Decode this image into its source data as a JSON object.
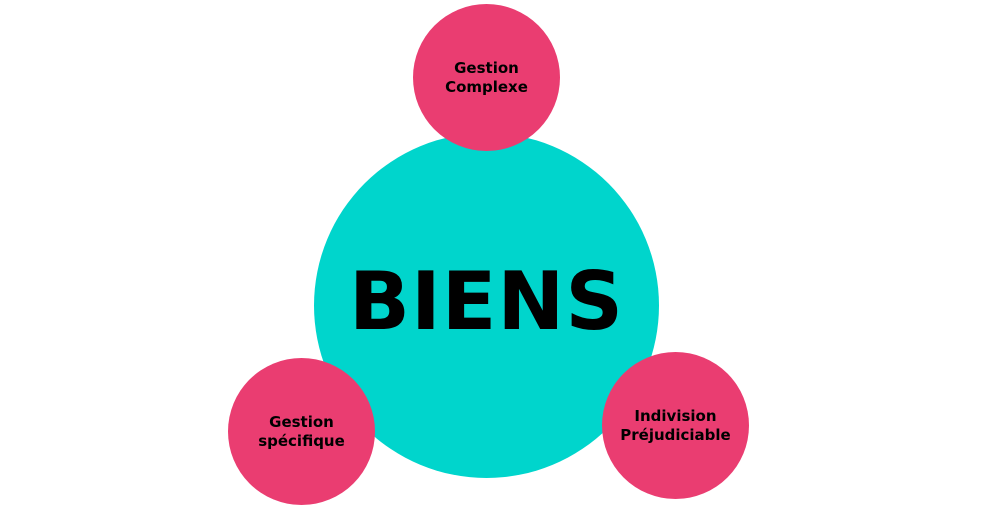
{
  "diagram": {
    "center": {
      "label": "BIENS",
      "color": "#00d5cc"
    },
    "node_color": "#ea3d71",
    "nodes": [
      {
        "id": "top",
        "lines": [
          "Gestion",
          "Complexe"
        ]
      },
      {
        "id": "left",
        "lines": [
          "Gestion",
          "spécifique"
        ]
      },
      {
        "id": "right",
        "lines": [
          "Indivision",
          "Préjudiciable"
        ]
      }
    ]
  }
}
